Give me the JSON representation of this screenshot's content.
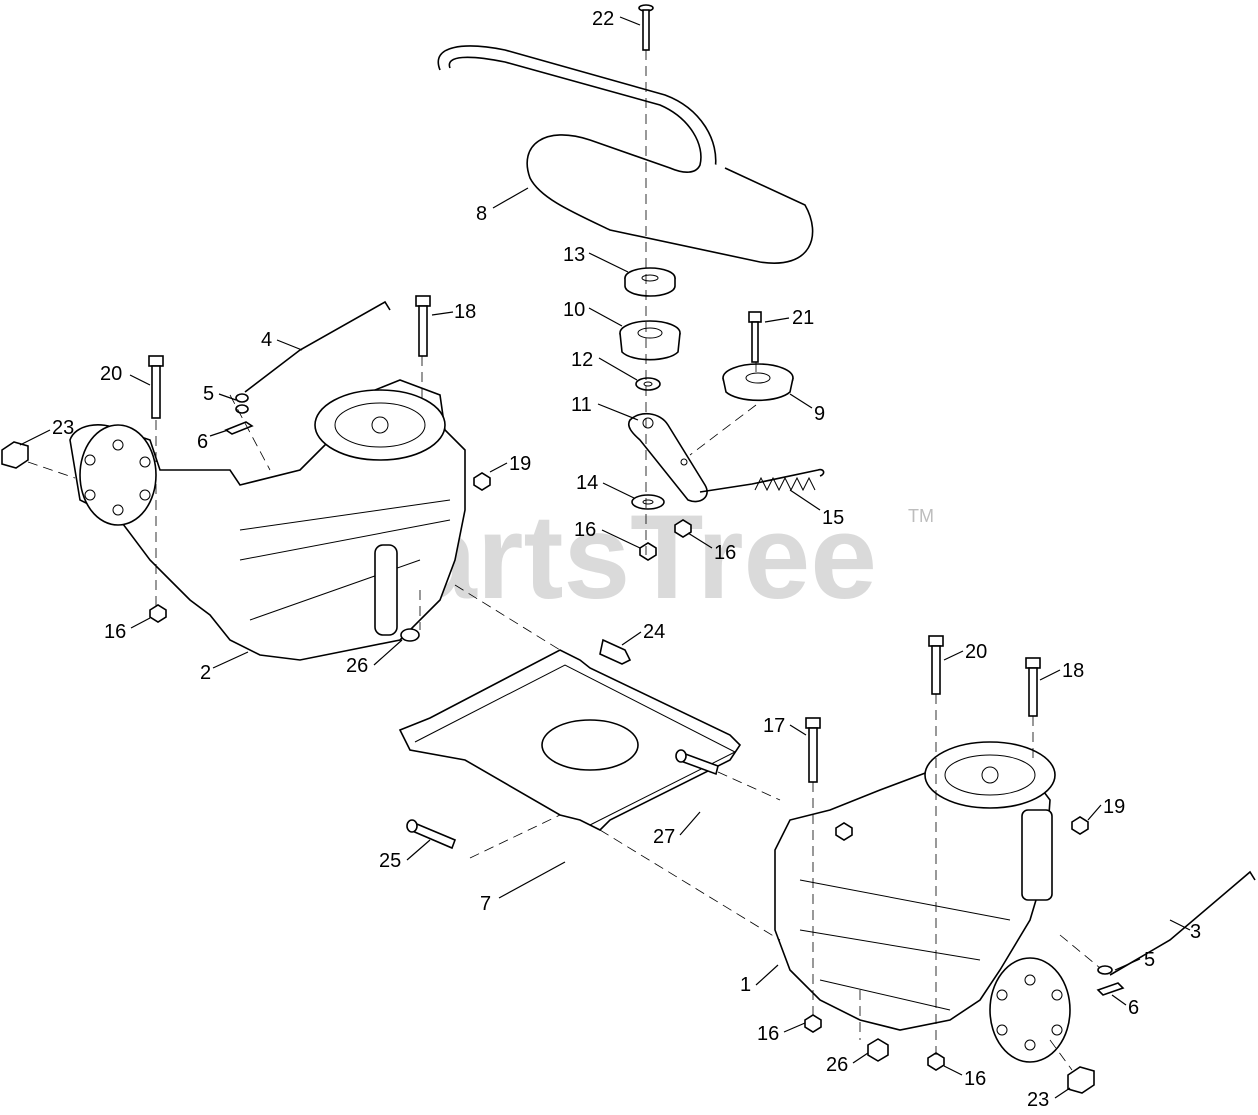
{
  "watermark": {
    "text": "PartsTree",
    "tm": "TM"
  },
  "callouts": [
    "22",
    "8",
    "13",
    "10",
    "12",
    "21",
    "9",
    "11",
    "14",
    "15",
    "16",
    "16",
    "18",
    "4",
    "20",
    "5",
    "6",
    "23",
    "19",
    "16",
    "2",
    "26",
    "24",
    "20",
    "18",
    "17",
    "19",
    "27",
    "25",
    "7",
    "3",
    "5",
    "6",
    "1",
    "16",
    "26",
    "16",
    "23"
  ]
}
